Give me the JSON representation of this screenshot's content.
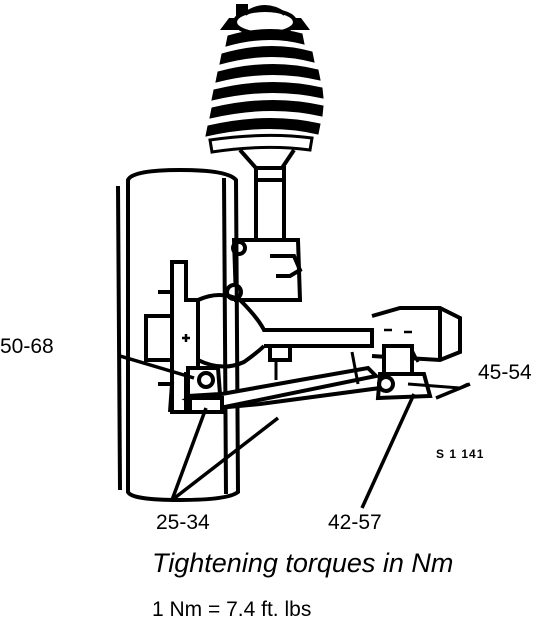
{
  "diagram": {
    "torque_labels": {
      "upper_left": "50-68",
      "right": "45-54",
      "lower_left": "25-34",
      "lower_right": "42-57"
    },
    "figure_code": "S 1 141",
    "caption": "Tightening torques in Nm",
    "conversion": "1 Nm = 7.4 ft. lbs"
  }
}
